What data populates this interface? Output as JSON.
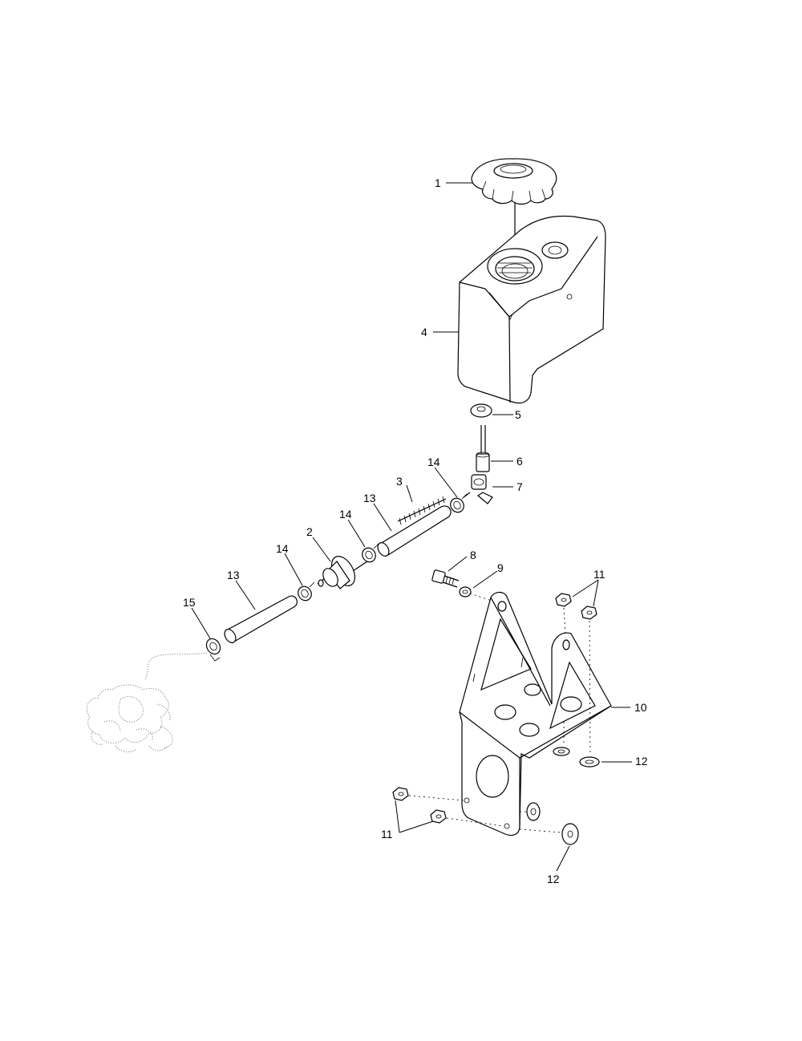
{
  "diagram": {
    "callouts": [
      {
        "id": "c1",
        "label": "1"
      },
      {
        "id": "c2",
        "label": "2"
      },
      {
        "id": "c3",
        "label": "3"
      },
      {
        "id": "c4",
        "label": "4"
      },
      {
        "id": "c5",
        "label": "5"
      },
      {
        "id": "c6",
        "label": "6"
      },
      {
        "id": "c7",
        "label": "7"
      },
      {
        "id": "c8",
        "label": "8"
      },
      {
        "id": "c9",
        "label": "9"
      },
      {
        "id": "c10",
        "label": "10"
      },
      {
        "id": "c11a",
        "label": "11"
      },
      {
        "id": "c11b",
        "label": "11"
      },
      {
        "id": "c12a",
        "label": "12"
      },
      {
        "id": "c12b",
        "label": "12"
      },
      {
        "id": "c13a",
        "label": "13"
      },
      {
        "id": "c13b",
        "label": "13"
      },
      {
        "id": "c14a",
        "label": "14"
      },
      {
        "id": "c14b",
        "label": "14"
      },
      {
        "id": "c14c",
        "label": "14"
      },
      {
        "id": "c15",
        "label": "15"
      }
    ]
  }
}
